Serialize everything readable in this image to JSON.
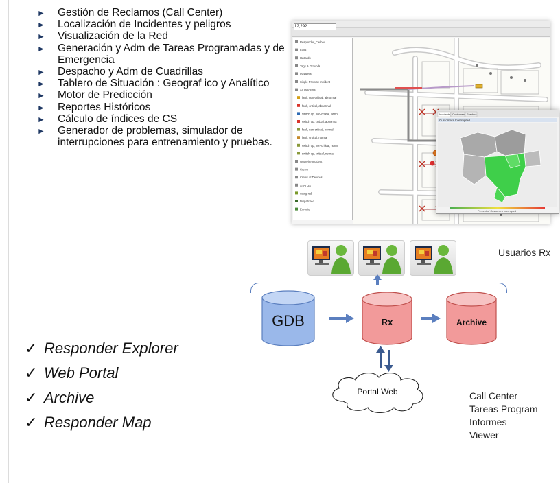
{
  "features": [
    "Gestión de Reclamos (Call Center)",
    "Localización de Incidentes y peligros",
    "Visualización  de la Red",
    "Generación y Adm de Tareas Programadas y de Emergencia",
    "Despacho  y Adm de Cuadrillas",
    "Tablero de Situación : Geograf ico y Analítico",
    "Motor de Predicción",
    "Reportes Históricos",
    "Cálculo de índices de CS",
    "Generador de problemas, simulador de interrupciones para entrenamiento y pruebas."
  ],
  "checklist": [
    "Responder Explorer",
    "Web Portal",
    "Archive",
    "Responder Map"
  ],
  "check_glyph": "✓",
  "bullet_glyph": "►",
  "screenshot": {
    "toolbar_value": "12,292",
    "legend_items": [
      "Responder_Cached",
      "Calls",
      "Hazards",
      "Tags & Grounds",
      "Incidents",
      "Single Premise Incident",
      "All Incidents",
      "fault, non-critical, abnormal",
      "fault, critical, abnormal",
      "switch op, non-critical, abno",
      "switch op, critical, abnorma",
      "fault, non-critical, normal",
      "fault, critical, normal",
      "switch op, non-critical, norm",
      "switch op, critical, normal",
      "Out Wire Incident",
      "Crews",
      "Crews at Devices",
      "STATUS",
      "Assigned",
      "Dispatched",
      "Enroute"
    ],
    "inset_tabs": [
      "Incidents",
      "Customers",
      "Feeders"
    ],
    "inset_title": "Customers Interrupted",
    "inset_footer": "Percent of Customers Interrupted"
  },
  "diagram": {
    "users_label": "Usuarios Rx",
    "gdb": "GDB",
    "rx": "Rx",
    "archive": "Archive",
    "portal": "Portal Web",
    "notes": [
      "Call Center",
      "Tareas Program",
      "Informes",
      "Viewer"
    ]
  },
  "colors": {
    "gdb_fill": "#9ab8ea",
    "rx_fill": "#f29a9a",
    "arrow": "#5b7fbf",
    "bullet": "#1f3864"
  }
}
